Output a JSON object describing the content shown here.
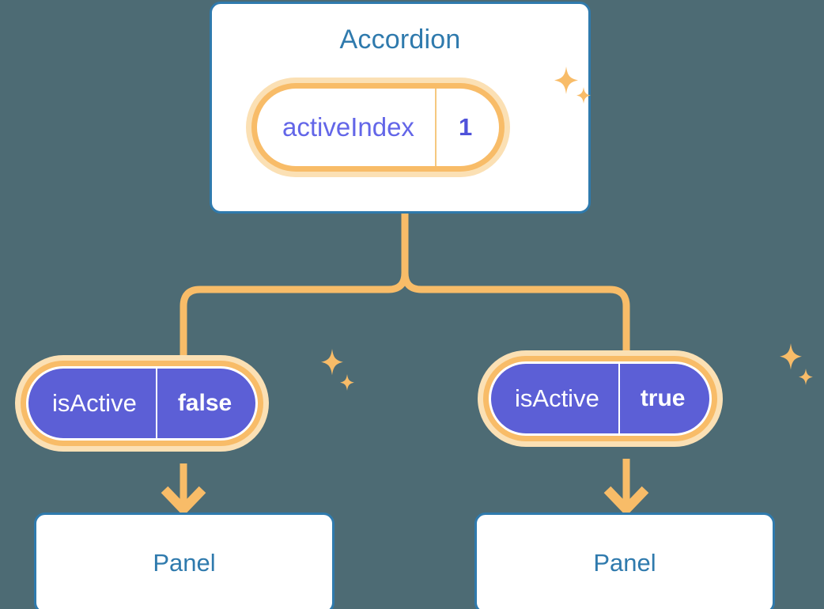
{
  "theme": {
    "background": "#4d6b74",
    "card_border": "#2f7aad",
    "card_fill": "#ffffff",
    "title_text": "#2f7aad",
    "pill_ring": "#f8bc68",
    "pill_glow": "#fbe0b4",
    "pill_purple_fill": "#5c5fd6",
    "pill_purple_text": "#ffffff",
    "pill_white_key_text": "#6366e8",
    "pill_white_value_text": "#4f52da",
    "connector": "#f8bc68",
    "sparkle": "#f8bc68"
  },
  "diagram": {
    "type": "component-state-tree",
    "root": {
      "name": "accordion-component",
      "title": "Accordion",
      "state": {
        "key": "activeIndex",
        "value": "1",
        "variant": "white"
      }
    },
    "children": [
      {
        "name": "branch-left",
        "state": {
          "key": "isActive",
          "value": "false",
          "variant": "purple"
        },
        "child": {
          "name": "panel-left",
          "title": "Panel"
        }
      },
      {
        "name": "branch-right",
        "state": {
          "key": "isActive",
          "value": "true",
          "variant": "purple"
        },
        "child": {
          "name": "panel-right",
          "title": "Panel"
        }
      }
    ],
    "decorations": {
      "sparkle_icon": "sparkle-icon",
      "arrow_icon": "arrow-down-icon",
      "sparkle_count": 3
    }
  }
}
